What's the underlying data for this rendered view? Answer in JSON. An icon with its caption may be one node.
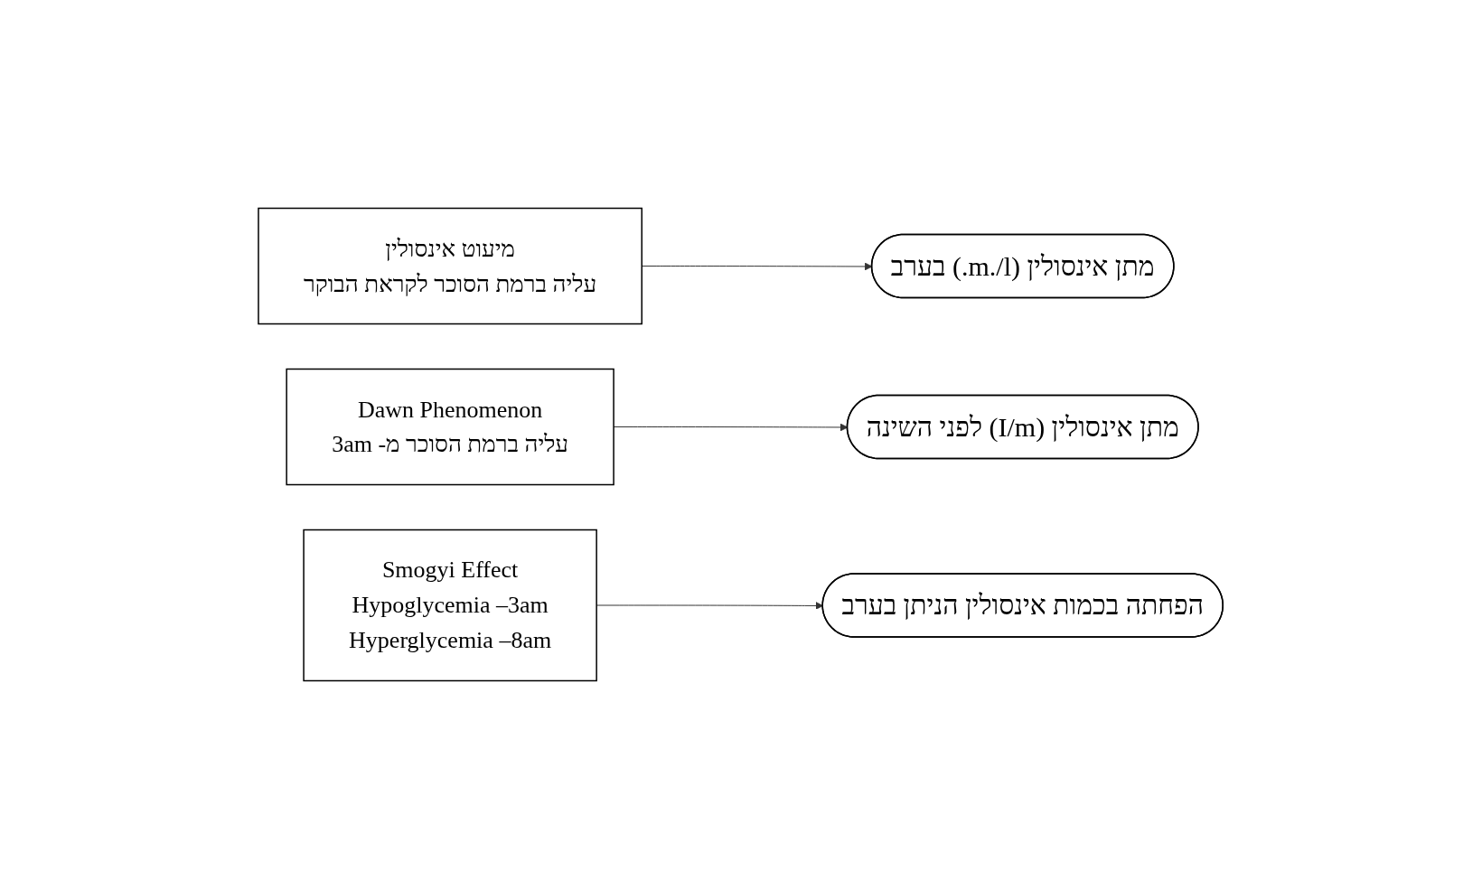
{
  "diagram": {
    "nodes": [
      {
        "text": [
          "מיעוט אינסולין",
          "עליה ברמת הסוכר לקראת הבוקר"
        ]
      },
      {
        "text": [
          "מתן אינסולין (m./l.) בערב"
        ]
      },
      {
        "text": [
          "Dawn Phenomenon",
          "עליה ברמת הסוכר מ- 3am"
        ]
      },
      {
        "text": [
          "מתן אינסולין (I/m) לפני השינה"
        ]
      },
      {
        "text": [
          "Smogyi Effect",
          "Hypoglycemia –3am",
          "Hyperglycemia –8am"
        ]
      },
      {
        "text": [
          "הפחתה בכמות אינסולין הניתן בערב"
        ]
      }
    ],
    "edges": [
      {
        "from": 0,
        "to": 1,
        "arrow": "to"
      },
      {
        "from": 2,
        "to": 3,
        "arrow": "to"
      },
      {
        "from": 4,
        "to": 5,
        "arrow": "to"
      }
    ]
  }
}
